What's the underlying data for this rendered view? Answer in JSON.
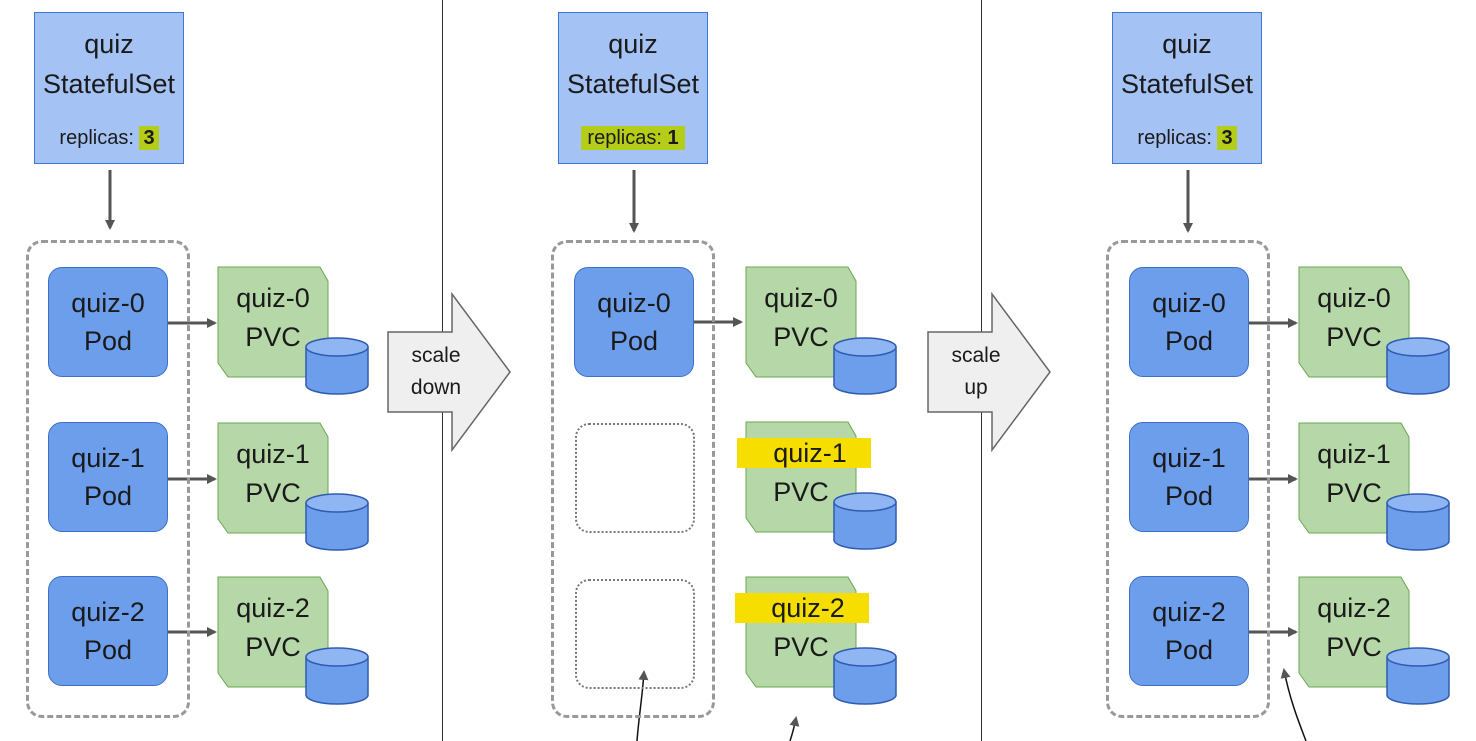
{
  "panels": [
    {
      "statefulset": {
        "name": "quiz",
        "kind": "StatefulSet",
        "replicas_label": "replicas:",
        "replicas_value": "3"
      },
      "pods": [
        {
          "name": "quiz-0",
          "kind": "Pod"
        },
        {
          "name": "quiz-1",
          "kind": "Pod"
        },
        {
          "name": "quiz-2",
          "kind": "Pod"
        }
      ],
      "pvcs": [
        {
          "name": "quiz-0",
          "kind": "PVC"
        },
        {
          "name": "quiz-1",
          "kind": "PVC"
        },
        {
          "name": "quiz-2",
          "kind": "PVC"
        }
      ]
    },
    {
      "statefulset": {
        "name": "quiz",
        "kind": "StatefulSet",
        "replicas_label": "replicas:",
        "replicas_value": "1"
      },
      "pods": [
        {
          "name": "quiz-0",
          "kind": "Pod"
        }
      ],
      "pvcs": [
        {
          "name": "quiz-0",
          "kind": "PVC"
        },
        {
          "name": "quiz-1",
          "kind": "PVC"
        },
        {
          "name": "quiz-2",
          "kind": "PVC"
        }
      ]
    },
    {
      "statefulset": {
        "name": "quiz",
        "kind": "StatefulSet",
        "replicas_label": "replicas:",
        "replicas_value": "3"
      },
      "pods": [
        {
          "name": "quiz-0",
          "kind": "Pod"
        },
        {
          "name": "quiz-1",
          "kind": "Pod"
        },
        {
          "name": "quiz-2",
          "kind": "Pod"
        }
      ],
      "pvcs": [
        {
          "name": "quiz-0",
          "kind": "PVC"
        },
        {
          "name": "quiz-1",
          "kind": "PVC"
        },
        {
          "name": "quiz-2",
          "kind": "PVC"
        }
      ]
    }
  ],
  "transitions": [
    {
      "line1": "scale",
      "line2": "down"
    },
    {
      "line1": "scale",
      "line2": "up"
    }
  ],
  "colors": {
    "statefulset_fill": "#a4c2f4",
    "pod_fill": "#6d9eeb",
    "pvc_fill": "#b6d7a8",
    "disk_fill": "#6d9eeb",
    "replica_highlight": "#b5cc18",
    "name_highlight": "#f6df00"
  }
}
